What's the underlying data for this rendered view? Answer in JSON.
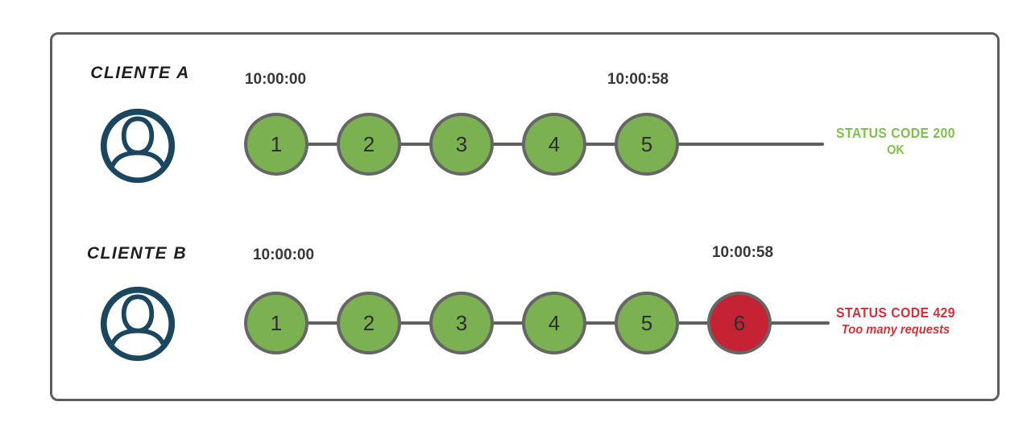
{
  "colors": {
    "success_fill": "#7cb152",
    "success_text": "#7ec14b",
    "error_fill": "#c52233",
    "error_text": "#d63038",
    "stroke_gray": "#5f5f5f",
    "avatar_navy": "#1a4660",
    "dark_text": "#383838"
  },
  "rows": [
    {
      "client": "CLIENTE A",
      "start_time": "10:00:00",
      "end_time": "10:00:58",
      "requests": [
        {
          "label": "1",
          "status": "ok"
        },
        {
          "label": "2",
          "status": "ok"
        },
        {
          "label": "3",
          "status": "ok"
        },
        {
          "label": "4",
          "status": "ok"
        },
        {
          "label": "5",
          "status": "ok"
        }
      ],
      "status_code": "STATUS CODE 200",
      "status_text": "OK"
    },
    {
      "client": "CLIENTE B",
      "start_time": "10:00:00",
      "end_time": "10:00:58",
      "requests": [
        {
          "label": "1",
          "status": "ok"
        },
        {
          "label": "2",
          "status": "ok"
        },
        {
          "label": "3",
          "status": "ok"
        },
        {
          "label": "4",
          "status": "ok"
        },
        {
          "label": "5",
          "status": "ok"
        },
        {
          "label": "6",
          "status": "error"
        }
      ],
      "status_code": "STATUS CODE 429",
      "status_text": "Too many requests"
    }
  ]
}
